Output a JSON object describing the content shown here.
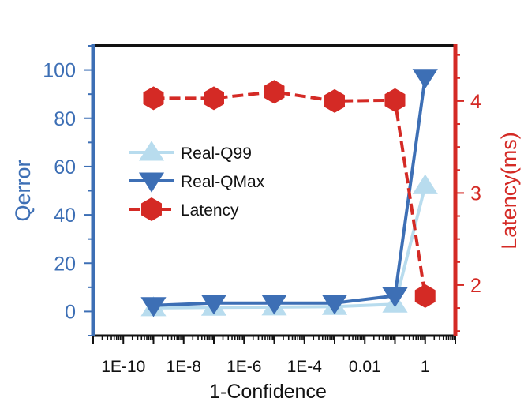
{
  "chart_data": {
    "type": "line",
    "title": "",
    "xlabel": "1-Confidence",
    "ylabel_left": "Qerror",
    "ylabel_right": "Latency(ms)",
    "x_scale": "log",
    "xlim": [
      1e-11,
      10
    ],
    "ylim_left": [
      -10,
      110
    ],
    "ylim_right": [
      1.45,
      4.6
    ],
    "x_ticks": [
      1e-10,
      1e-08,
      1e-06,
      0.0001,
      0.01,
      1
    ],
    "x_tick_labels": [
      "1E-10",
      "1E-8",
      "1E-6",
      "1E-4",
      "0.01",
      "1"
    ],
    "y_left_ticks": [
      0,
      20,
      40,
      60,
      80,
      100
    ],
    "y_left_tick_labels": [
      "0",
      "20",
      "40",
      "60",
      "80",
      "100"
    ],
    "y_right_ticks": [
      2,
      3,
      4
    ],
    "y_right_tick_labels": [
      "2",
      "3",
      "4"
    ],
    "grid": false,
    "legend_position": "center-left",
    "x": [
      1e-09,
      1e-07,
      1e-05,
      0.001,
      0.1,
      1
    ],
    "series": [
      {
        "name": "Real-Q99",
        "axis": "left",
        "marker": "triangle-up",
        "line": "solid",
        "color": "#b8dcee",
        "values": [
          1.5,
          1.7,
          1.8,
          2.0,
          3.0,
          52
        ]
      },
      {
        "name": "Real-QMax",
        "axis": "left",
        "marker": "triangle-down",
        "line": "solid",
        "color": "#3d6fb5",
        "values": [
          2.5,
          3.5,
          3.5,
          3.5,
          6.5,
          97
        ]
      },
      {
        "name": "Latency",
        "axis": "right",
        "marker": "hexagon",
        "line": "dashed",
        "color": "#d42a25",
        "values": [
          4.03,
          4.03,
          4.1,
          4.0,
          4.01,
          1.88
        ]
      }
    ]
  }
}
